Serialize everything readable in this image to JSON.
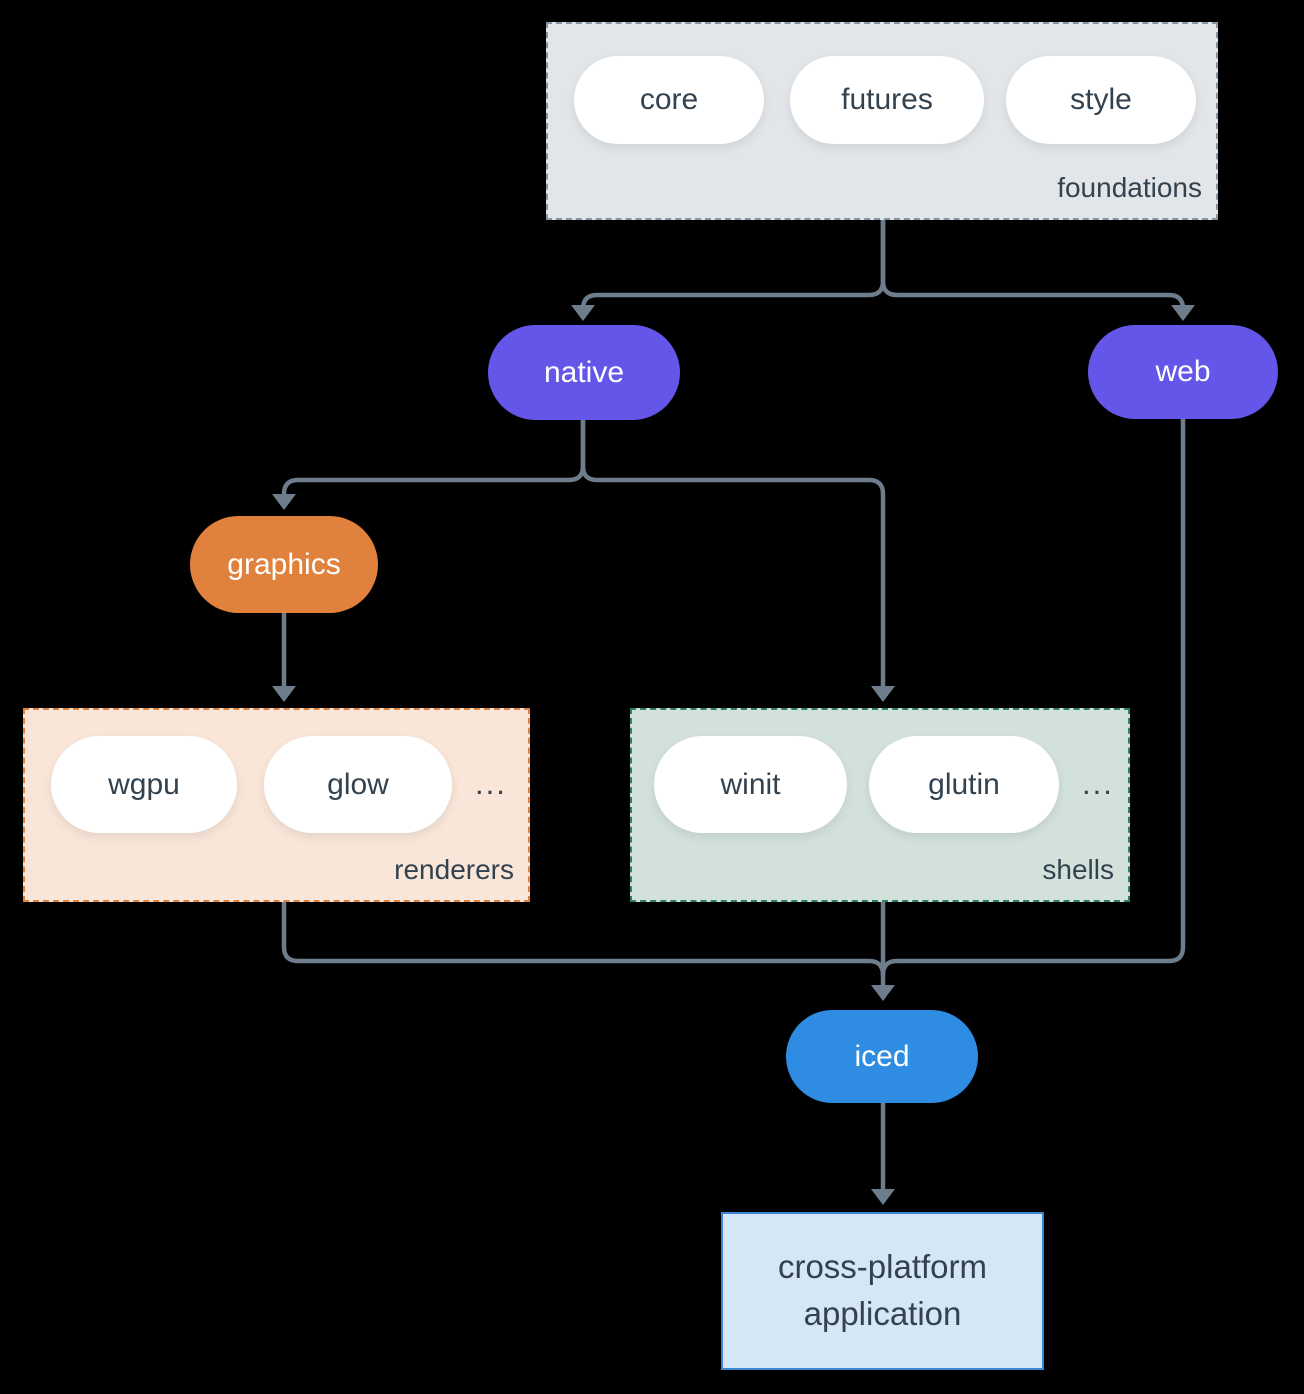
{
  "diagram": {
    "background_color": "#000000",
    "connector_color": "#6e7d8c",
    "groups": {
      "foundations": {
        "label": "foundations",
        "bg": "#e2e6e9",
        "border": "#8595a6"
      },
      "renderers": {
        "label": "renderers",
        "bg": "#f9e6d8",
        "border": "#e0823e",
        "ellipsis": "..."
      },
      "shells": {
        "label": "shells",
        "bg": "#d3e1db",
        "border": "#2e7d6e",
        "ellipsis": "..."
      }
    },
    "nodes": {
      "core": {
        "label": "core",
        "color": "#ffffff"
      },
      "futures": {
        "label": "futures",
        "color": "#ffffff"
      },
      "style": {
        "label": "style",
        "color": "#ffffff"
      },
      "native": {
        "label": "native",
        "color": "#6456e8"
      },
      "web": {
        "label": "web",
        "color": "#6456e8"
      },
      "graphics": {
        "label": "graphics",
        "color": "#e0813d"
      },
      "wgpu": {
        "label": "wgpu",
        "color": "#ffffff"
      },
      "glow": {
        "label": "glow",
        "color": "#ffffff"
      },
      "winit": {
        "label": "winit",
        "color": "#ffffff"
      },
      "glutin": {
        "label": "glutin",
        "color": "#ffffff"
      },
      "iced": {
        "label": "iced",
        "color": "#2e8de2"
      },
      "app": {
        "label": "cross-platform application",
        "color": "#d5e6f7",
        "border": "#3b86d3"
      }
    },
    "edges": [
      {
        "from": "foundations",
        "to": "native"
      },
      {
        "from": "foundations",
        "to": "web"
      },
      {
        "from": "native",
        "to": "graphics"
      },
      {
        "from": "native",
        "to": "shells"
      },
      {
        "from": "graphics",
        "to": "renderers"
      },
      {
        "from": "renderers",
        "to": "iced"
      },
      {
        "from": "shells",
        "to": "iced"
      },
      {
        "from": "web",
        "to": "iced"
      },
      {
        "from": "iced",
        "to": "app"
      }
    ]
  }
}
